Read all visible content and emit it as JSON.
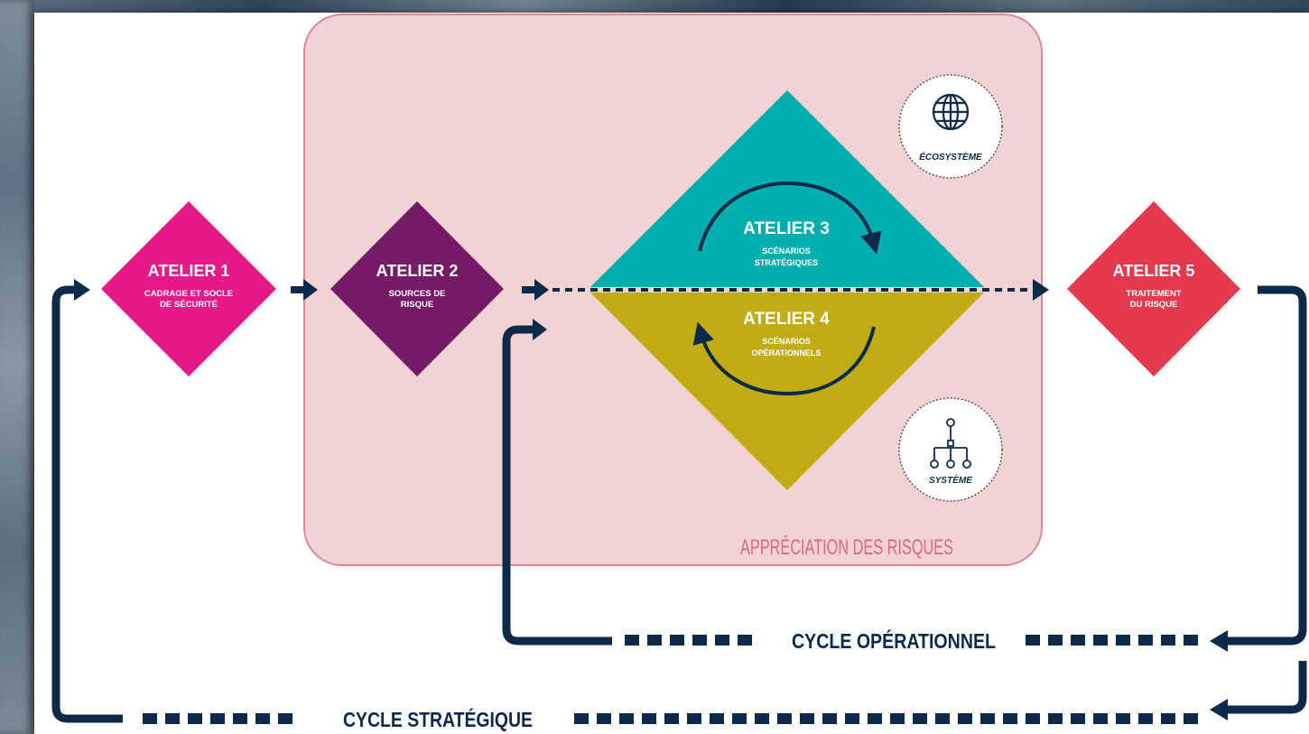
{
  "region": {
    "label": "APPRÉCIATION DES RISQUES"
  },
  "workshops": [
    {
      "title": "ATELIER 1",
      "subtitle": [
        "CADRAGE ET SOCLE",
        "DE SÉCURITÉ"
      ]
    },
    {
      "title": "ATELIER 2",
      "subtitle": [
        "SOURCES DE",
        "RISQUE"
      ]
    },
    {
      "title": "ATELIER 3",
      "subtitle": [
        "SCÉNARIOS",
        "STRATÉGIQUES"
      ]
    },
    {
      "title": "ATELIER 4",
      "subtitle": [
        "SCÉNARIOS",
        "OPÉRATIONNELS"
      ]
    },
    {
      "title": "ATELIER 5",
      "subtitle": [
        "TRAITEMENT",
        "DU RISQUE"
      ]
    }
  ],
  "badges": {
    "ecosystem": "ÉCOSYSTÈME",
    "system": "SYSTÈME"
  },
  "cycles": {
    "operational": "CYCLE OPÉRATIONNEL",
    "strategic": "CYCLE STRATÉGIQUE"
  },
  "colors": {
    "atelier1": "#e6198a",
    "atelier2": "#761a68",
    "atelier3": "#00aeae",
    "atelier4": "#c2ac16",
    "atelier5": "#e53a4d",
    "navy": "#0d2a4a",
    "region_fill": "#f1d3d4",
    "region_border": "#dc8a97"
  }
}
